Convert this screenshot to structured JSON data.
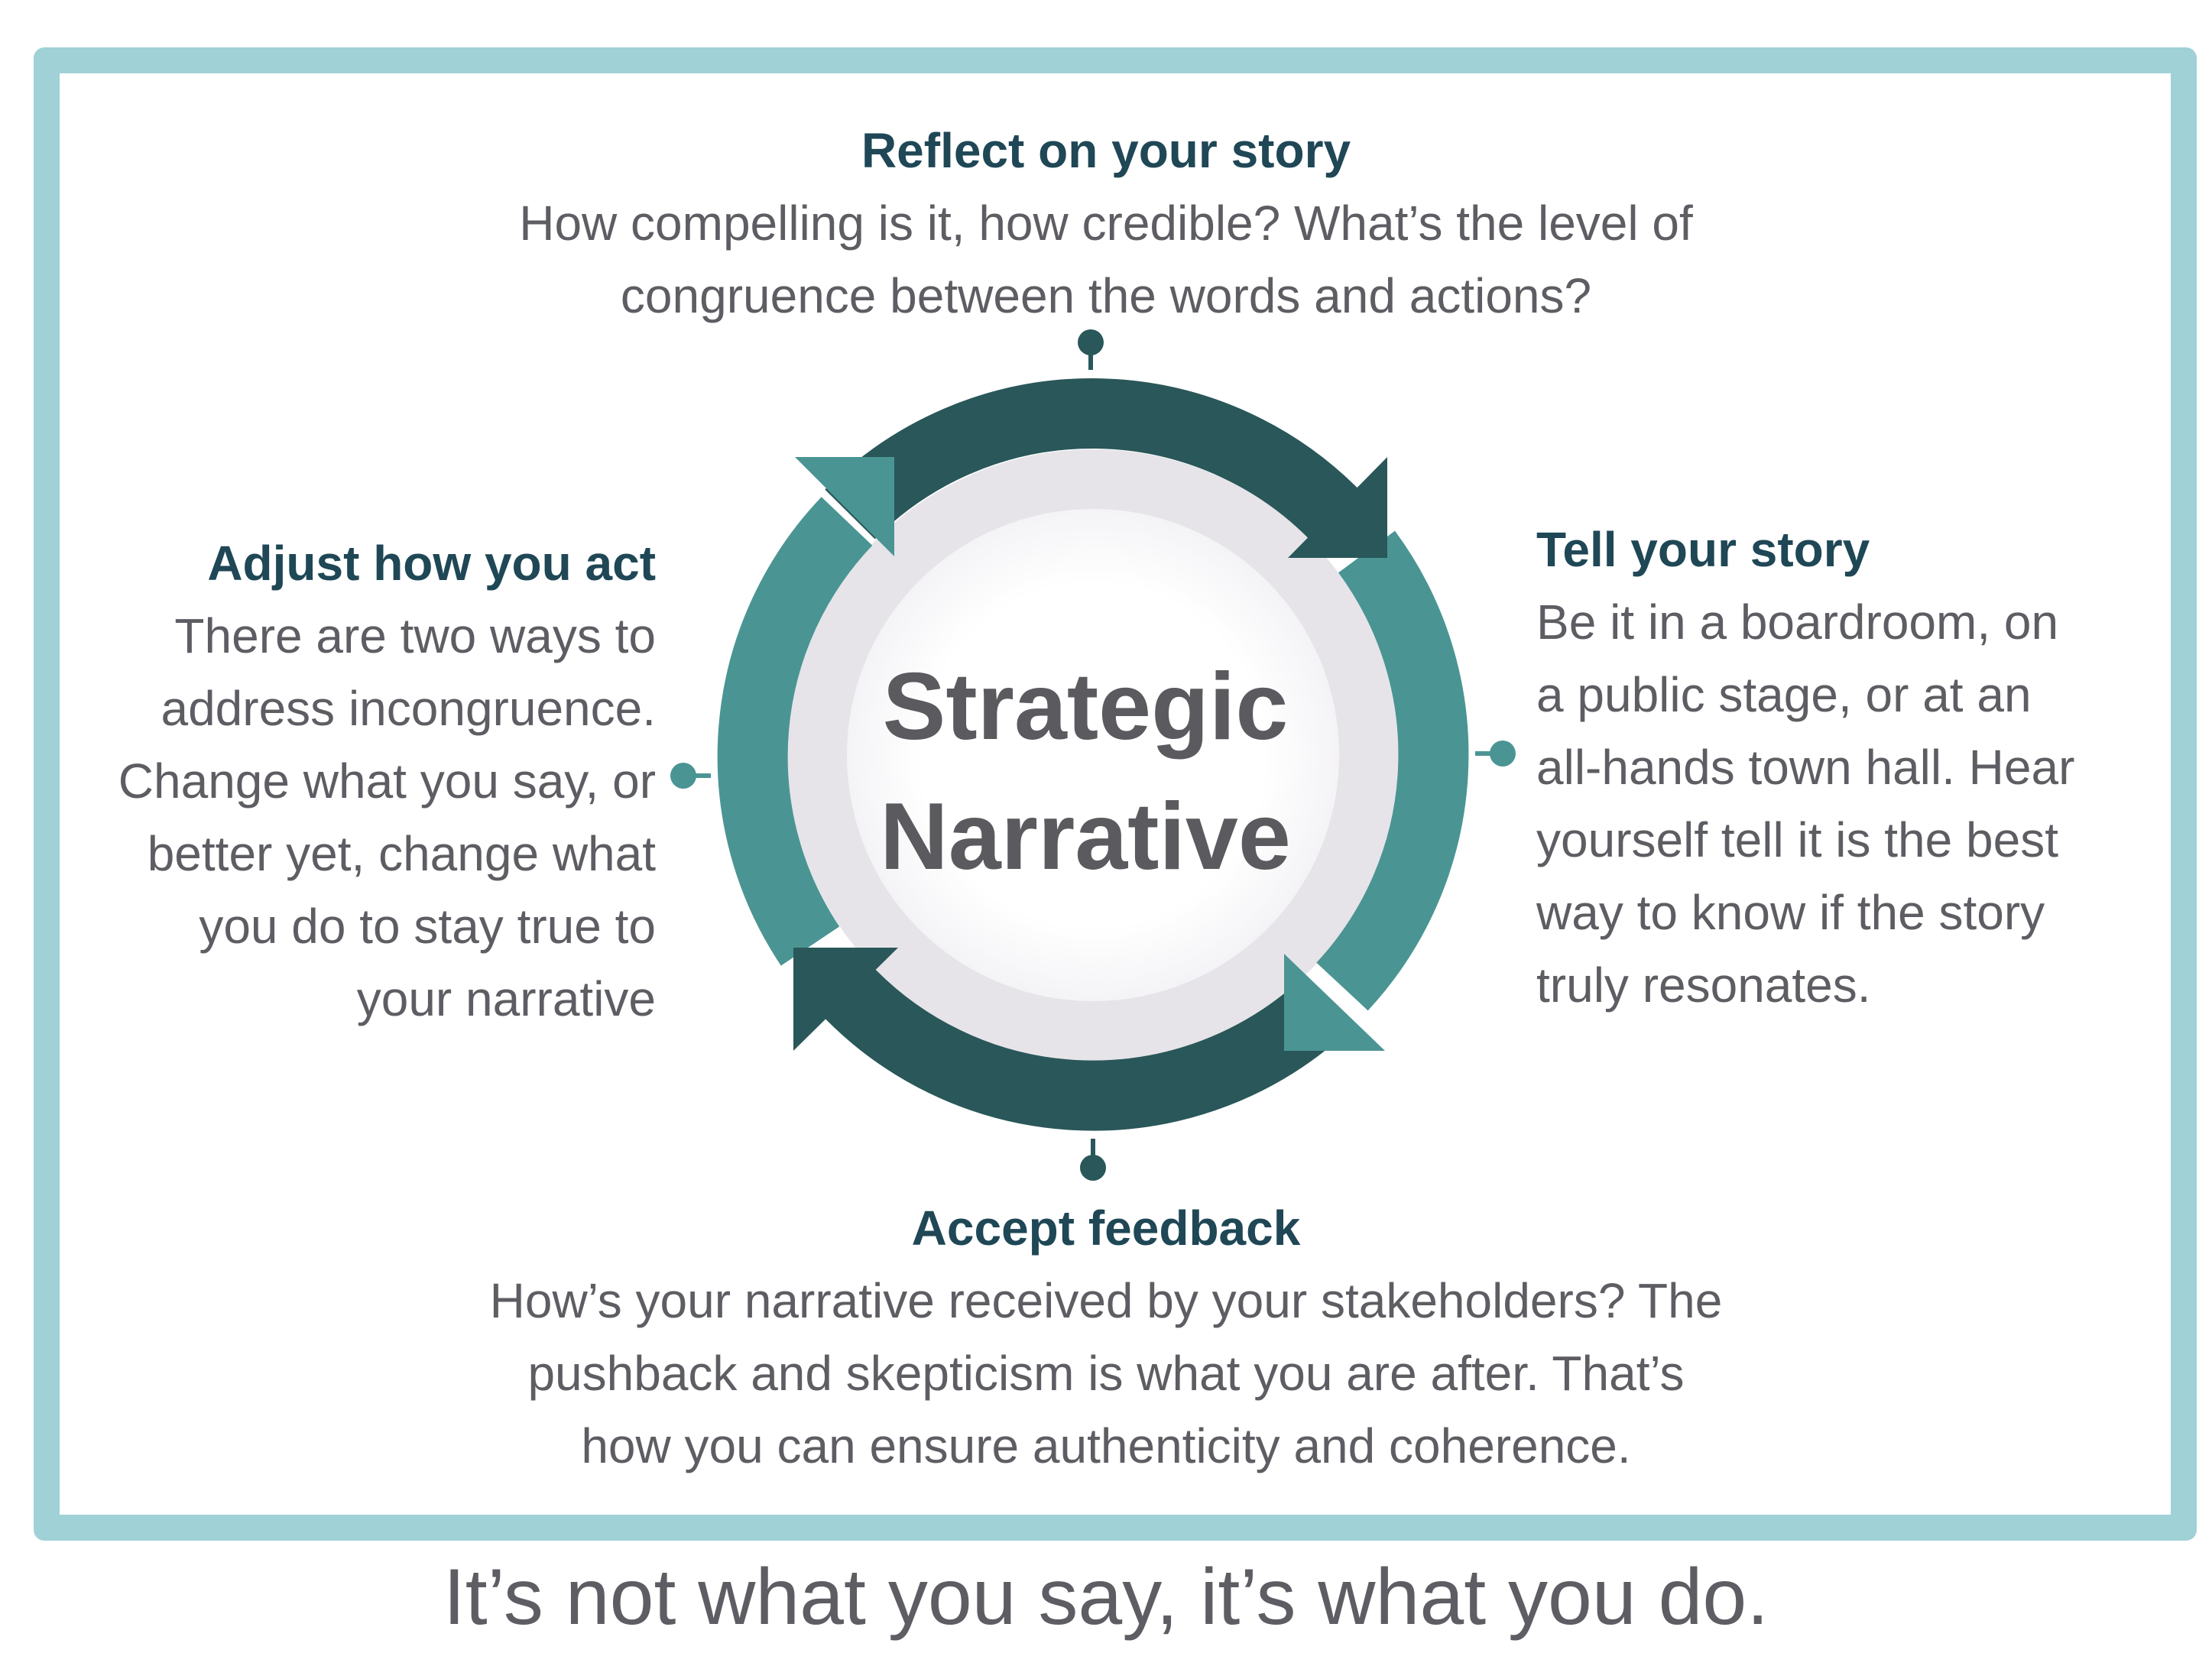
{
  "colors": {
    "frame_border": "#9fd1d7",
    "arrow_dark": "#2a5759",
    "arrow_light": "#4a9593",
    "title_text": "#1f4756",
    "body_text": "#5d5d63",
    "inner_ring": "#e6e4e9"
  },
  "center": {
    "line1": "Strategic",
    "line2": "Narrative"
  },
  "top": {
    "title": "Reflect on your story",
    "lines": [
      "How compelling is it, how credible? What’s the level of",
      "congruence between the words and actions?"
    ]
  },
  "right": {
    "title": "Tell your story",
    "lines": [
      "Be it in a boardroom, on",
      "a public stage, or at an",
      "all-hands town hall. Hear",
      "yourself tell it is the best",
      "way to know if the story",
      "truly resonates."
    ]
  },
  "bottom": {
    "title": "Accept feedback",
    "lines": [
      "How’s your narrative received by your stakeholders? The",
      "pushback and skepticism is what you are after. That’s",
      "how you can ensure authenticity and coherence."
    ]
  },
  "left": {
    "title": "Adjust how you act",
    "lines": [
      "There are two ways to",
      "address incongruence.",
      "Change what you say, or",
      "better yet, change what",
      "you do to stay true to",
      "your narrative"
    ]
  },
  "tagline": "It’s not what you say, it’s what you do."
}
